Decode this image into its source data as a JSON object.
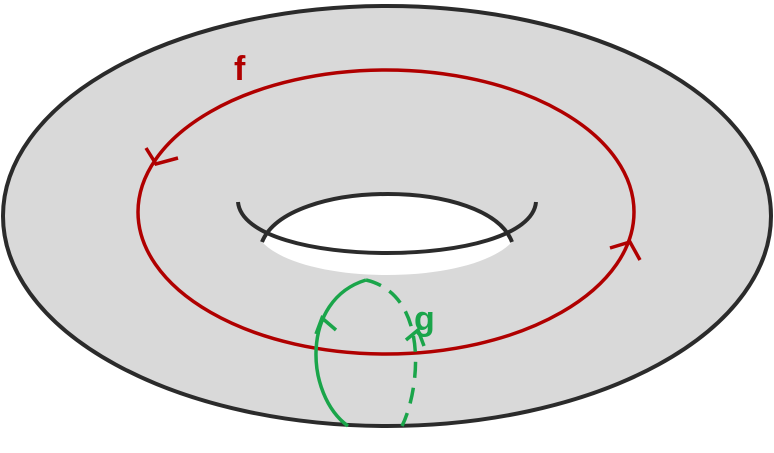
{
  "figure": {
    "type": "torus-diagram",
    "surface": {
      "fill_color": "#d9d9d9",
      "outline_color": "#2b2b2b",
      "hole_color": "#ffffff"
    },
    "curves": [
      {
        "id": "f",
        "label": "f",
        "color": "#b00000",
        "style": "solid",
        "kind": "longitudinal loop around the hole"
      },
      {
        "id": "g",
        "label": "g",
        "color": "#1aa54a",
        "style": "solid front, dashed back",
        "kind": "meridian loop through the tube"
      }
    ]
  }
}
